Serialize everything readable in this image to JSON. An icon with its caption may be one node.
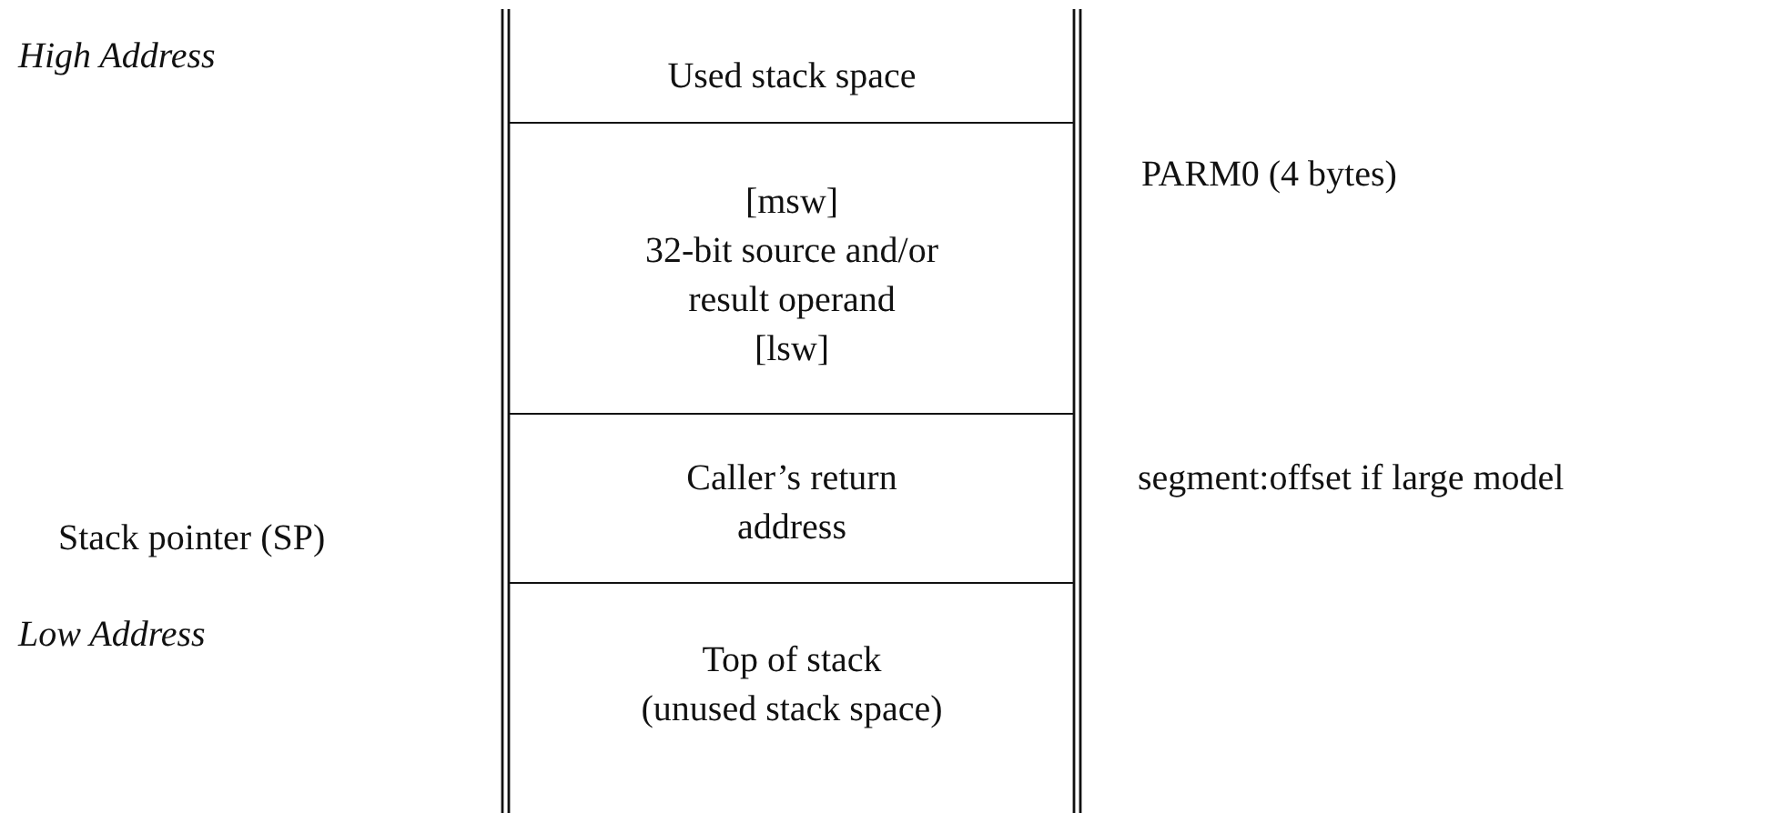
{
  "diagram": {
    "nodes": [
      {
        "text": [
          "Used stack space"
        ]
      },
      {
        "text": [
          "[msw]",
          "32-bit source and/or result operand",
          "[lsw]"
        ]
      },
      {
        "text": [
          "Caller’s return address"
        ]
      },
      {
        "text": [
          "Top of stack",
          "(unused stack space)"
        ]
      }
    ],
    "labels": [
      "High Address",
      "PARM0 (4 bytes)",
      "segment:offset if large model",
      "Stack pointer (SP)",
      "Low Address"
    ]
  }
}
